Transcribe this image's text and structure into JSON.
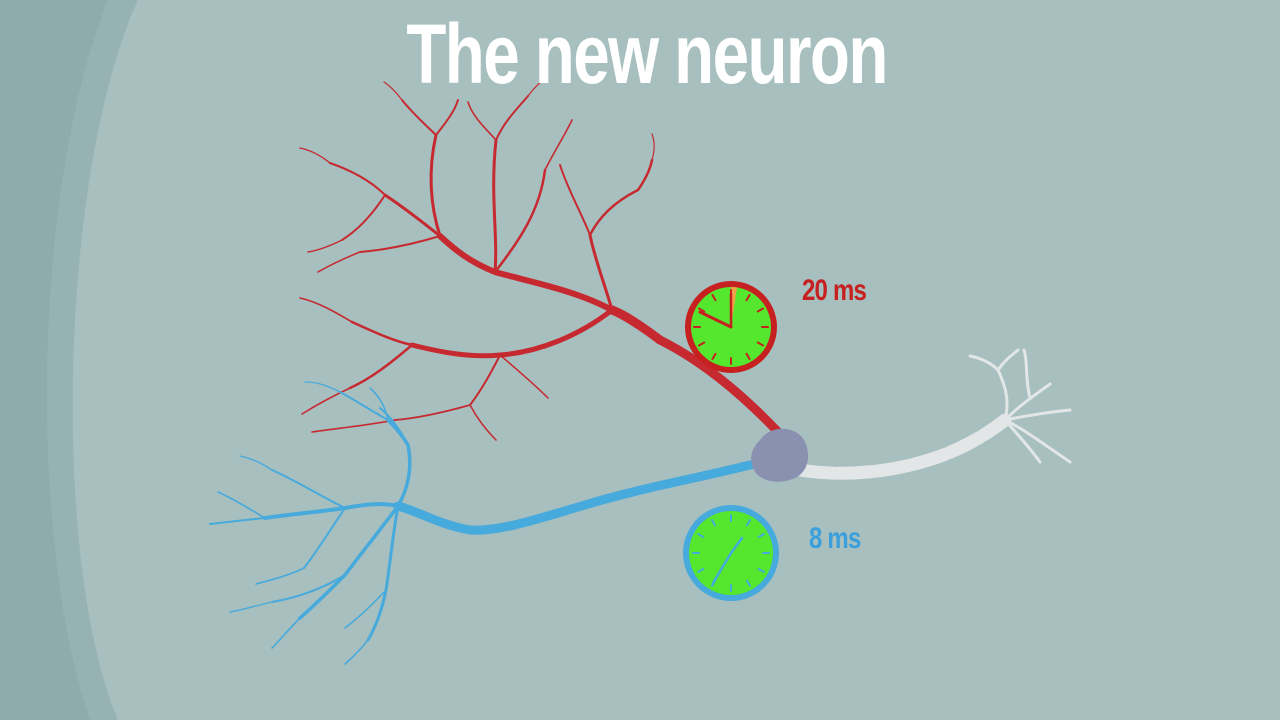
{
  "title": "The new neuron",
  "dendrite_red": {
    "label": "20 ms",
    "color": "#c62020"
  },
  "dendrite_blue": {
    "label": "8 ms",
    "color": "#3b9fdc"
  },
  "clock_face_color": "#55e62e",
  "soma_color": "#8a91b0",
  "axon_color": "#e2e6e6"
}
